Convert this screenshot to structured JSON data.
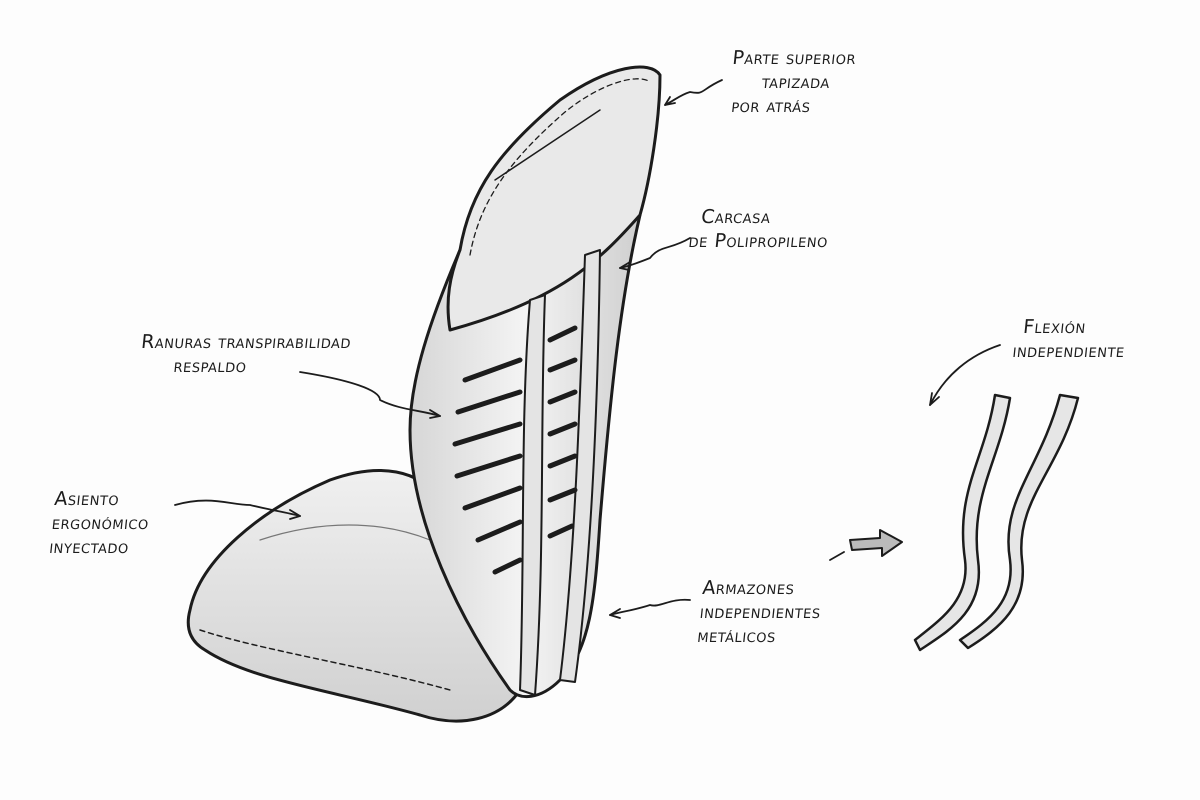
{
  "title": "Diagrama de silla ergonómica",
  "labels": {
    "top": [
      "Parte superior",
      "tapizada",
      "por atrás"
    ],
    "shell": [
      "Carcasa",
      "de Polipropileno"
    ],
    "slots": [
      "Ranuras transpirabilidad",
      "respaldo"
    ],
    "seat": [
      "Asiento",
      "ergonómico",
      "inyectado"
    ],
    "frames": [
      "Armazones",
      "independientes",
      "metálicos"
    ],
    "flex": [
      "Flexión",
      "independiente"
    ]
  },
  "colors": {
    "ink": "#1c1c1c",
    "fill": "#ececec",
    "shade": "#cfcfcf"
  }
}
